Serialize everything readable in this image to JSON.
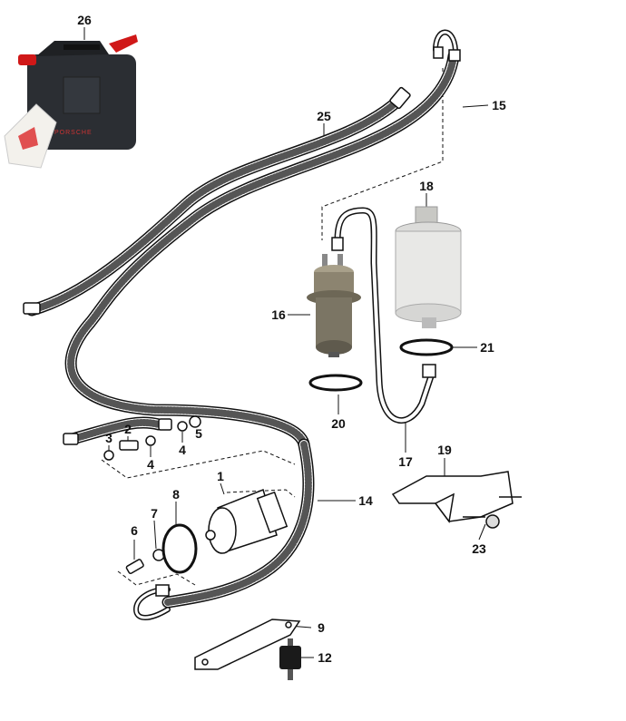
{
  "diagram": {
    "title_logo_text": "PORSCHE",
    "parts": [
      {
        "number": "26",
        "name": "fuel-canister"
      },
      {
        "number": "25",
        "name": "fuel-hose-return"
      },
      {
        "number": "15",
        "name": "fuel-hose-supply"
      },
      {
        "number": "18",
        "name": "fuel-filter"
      },
      {
        "number": "16",
        "name": "pressure-accumulator"
      },
      {
        "number": "21",
        "name": "hose-clamp-filter"
      },
      {
        "number": "20",
        "name": "hose-clamp-accumulator"
      },
      {
        "number": "17",
        "name": "fuel-line"
      },
      {
        "number": "19",
        "name": "bracket"
      },
      {
        "number": "23",
        "name": "nut"
      },
      {
        "number": "14",
        "name": "fuel-hose"
      },
      {
        "number": "1",
        "name": "fuel-pump"
      },
      {
        "number": "2",
        "name": "banjo-bolt"
      },
      {
        "number": "3",
        "name": "washer"
      },
      {
        "number": "4",
        "name": "seal-ring-a"
      },
      {
        "number": "4",
        "name": "seal-ring-b"
      },
      {
        "number": "5",
        "name": "cap-nut"
      },
      {
        "number": "6",
        "name": "union"
      },
      {
        "number": "7",
        "name": "seal-ring"
      },
      {
        "number": "8",
        "name": "clamp"
      },
      {
        "number": "9",
        "name": "mounting-plate"
      },
      {
        "number": "12",
        "name": "rubber-mount"
      }
    ]
  }
}
